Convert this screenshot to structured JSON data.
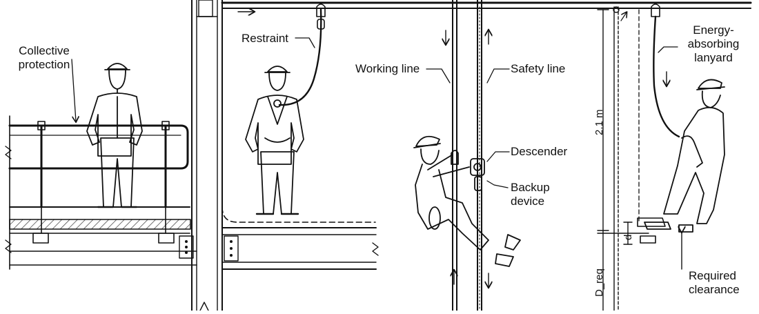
{
  "labels": {
    "collective_protection_1": "Collective",
    "collective_protection_2": "protection",
    "restraint": "Restraint",
    "working_line": "Working line",
    "safety_line": "Safety line",
    "descender": "Descender",
    "backup_1": "Backup",
    "backup_2": "device",
    "energy_1": "Energy-",
    "energy_2": "absorbing",
    "energy_3": "lanyard",
    "required_1": "Required",
    "required_2": "clearance"
  },
  "dimensions": {
    "upper": "2.1 m",
    "small": "d",
    "lower": "D_req"
  },
  "colors": {
    "line": "#111111",
    "hatch": "#444444",
    "background": "#ffffff"
  }
}
